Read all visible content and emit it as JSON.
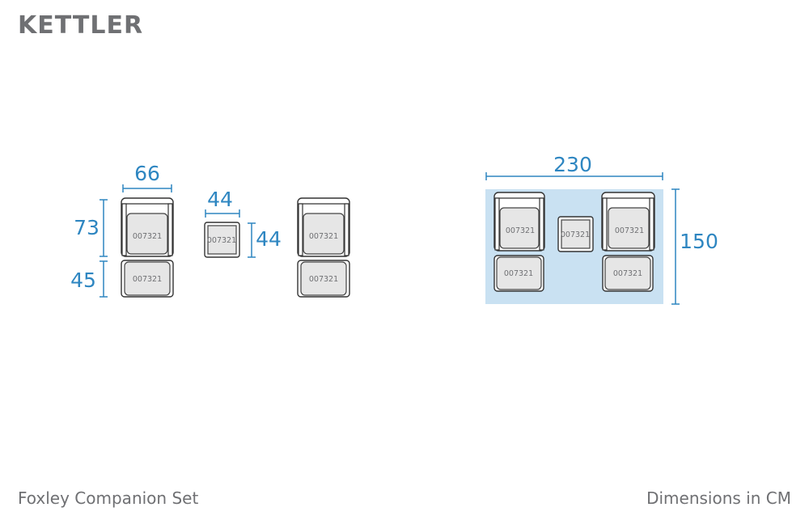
{
  "brand": {
    "name": "KETTLER"
  },
  "product": {
    "name": "Foxley Companion Set"
  },
  "footer": {
    "units_note": "Dimensions in CM"
  },
  "colors": {
    "dimension": "#2e86c1",
    "layout_area": "#c9e1f2",
    "brand_grey": "#6f7073"
  },
  "item_code": "007321",
  "individual": {
    "chair_width": "66",
    "chair_depth": "73",
    "footstool_depth": "45",
    "table_width": "44",
    "table_depth": "44"
  },
  "layout": {
    "width": "230",
    "depth": "150"
  }
}
